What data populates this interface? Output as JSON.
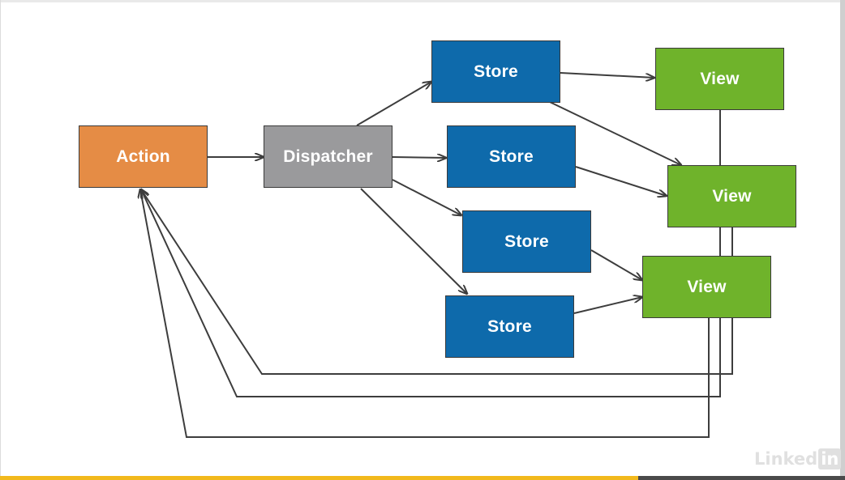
{
  "nodes": {
    "action": "Action",
    "dispatcher": "Dispatcher",
    "store_1": "Store",
    "store_2": "Store",
    "store_3": "Store",
    "store_4": "Store",
    "view_1": "View",
    "view_2": "View",
    "view_3": "View"
  },
  "edges": [
    {
      "from": "action",
      "to": "dispatcher"
    },
    {
      "from": "dispatcher",
      "to": "store_1"
    },
    {
      "from": "dispatcher",
      "to": "store_2"
    },
    {
      "from": "dispatcher",
      "to": "store_3"
    },
    {
      "from": "dispatcher",
      "to": "store_4"
    },
    {
      "from": "store_1",
      "to": "view_1"
    },
    {
      "from": "store_1",
      "to": "view_2"
    },
    {
      "from": "store_2",
      "to": "view_2"
    },
    {
      "from": "store_3",
      "to": "view_3"
    },
    {
      "from": "store_4",
      "to": "view_3"
    },
    {
      "from": "view_1",
      "to": "action"
    },
    {
      "from": "view_2",
      "to": "action"
    },
    {
      "from": "view_3",
      "to": "action"
    }
  ],
  "colors": {
    "action": "#e58c45",
    "dispatcher": "#9a9a9c",
    "store": "#0e6aab",
    "view": "#6fb32b",
    "edge": "#3d3d3d",
    "progress": "#f2b91c"
  },
  "watermark": {
    "brand_text": "Linked",
    "brand_box": "in"
  },
  "video_progress": 0.755
}
